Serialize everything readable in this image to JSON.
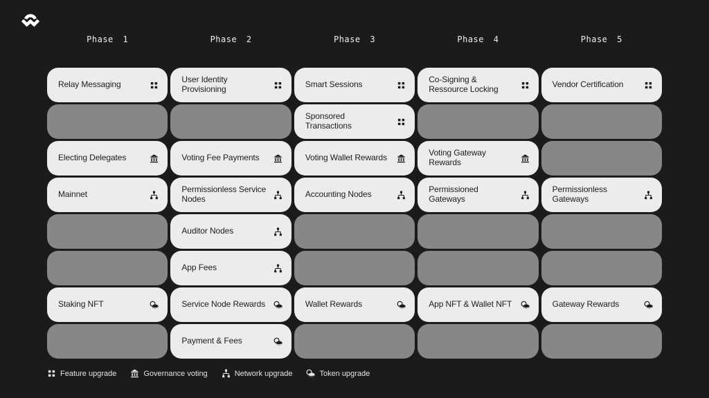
{
  "colors": {
    "background": "#1b1b1b",
    "card_active": "#ececec",
    "card_inactive": "#878787",
    "card_text": "#1c1c1c",
    "header_text": "#f0f0f0",
    "legend_text": "#e3e3e3",
    "logo": "#ffffff"
  },
  "logo": {
    "icon": "walletconnect-logo"
  },
  "columns": [
    {
      "phase": "Phase 1",
      "cards": [
        {
          "label": "Relay Messaging",
          "icon": "feature-upgrade-icon"
        },
        null,
        {
          "label": "Electing Delegates",
          "icon": "governance-voting-icon"
        },
        {
          "label": "Mainnet",
          "icon": "network-upgrade-icon"
        },
        null,
        null,
        {
          "label": "Staking NFT",
          "icon": "token-upgrade-icon"
        },
        null
      ]
    },
    {
      "phase": "Phase 2",
      "cards": [
        {
          "label": "User Identity Provisioning",
          "icon": "feature-upgrade-icon"
        },
        null,
        {
          "label": "Voting Fee Payments",
          "icon": "governance-voting-icon"
        },
        {
          "label": "Permissionless Service Nodes",
          "icon": "network-upgrade-icon"
        },
        {
          "label": "Auditor Nodes",
          "icon": "network-upgrade-icon"
        },
        {
          "label": "App Fees",
          "icon": "network-upgrade-icon"
        },
        {
          "label": "Service Node Rewards",
          "icon": "token-upgrade-icon"
        },
        {
          "label": "Payment & Fees",
          "icon": "token-upgrade-icon"
        }
      ]
    },
    {
      "phase": "Phase 3",
      "cards": [
        {
          "label": "Smart Sessions",
          "icon": "feature-upgrade-icon"
        },
        {
          "label": "Sponsored Transactions",
          "icon": "feature-upgrade-icon"
        },
        {
          "label": "Voting Wallet Rewards",
          "icon": "governance-voting-icon"
        },
        {
          "label": "Accounting Nodes",
          "icon": "network-upgrade-icon"
        },
        null,
        null,
        {
          "label": "Wallet Rewards",
          "icon": "token-upgrade-icon"
        },
        null
      ]
    },
    {
      "phase": "Phase 4",
      "cards": [
        {
          "label": "Co-Signing & Ressource Locking",
          "icon": "feature-upgrade-icon"
        },
        null,
        {
          "label": "Voting Gateway Rewards",
          "icon": "governance-voting-icon"
        },
        {
          "label": "Permissioned Gateways",
          "icon": "network-upgrade-icon"
        },
        null,
        null,
        {
          "label": "App NFT & Wallet NFT",
          "icon": "token-upgrade-icon"
        },
        null
      ]
    },
    {
      "phase": "Phase 5",
      "cards": [
        {
          "label": "Vendor Certification",
          "icon": "feature-upgrade-icon"
        },
        null,
        null,
        {
          "label": "Permissionless Gateways",
          "icon": "network-upgrade-icon"
        },
        null,
        null,
        {
          "label": "Gateway Rewards",
          "icon": "token-upgrade-icon"
        },
        null
      ]
    }
  ],
  "legend": {
    "items": [
      {
        "icon": "feature-upgrade-icon",
        "label": "Feature upgrade"
      },
      {
        "icon": "governance-voting-icon",
        "label": "Governance voting"
      },
      {
        "icon": "network-upgrade-icon",
        "label": "Network upgrade"
      },
      {
        "icon": "token-upgrade-icon",
        "label": "Token upgrade"
      }
    ]
  }
}
